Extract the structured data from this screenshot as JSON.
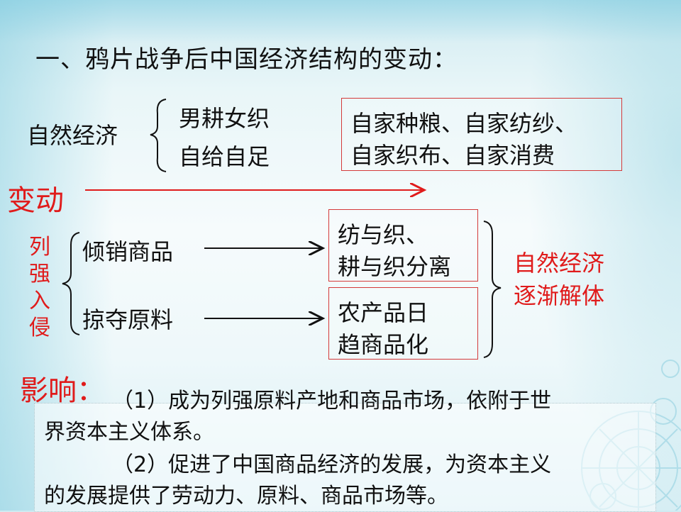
{
  "title": "一、鸦片战争后中国经济结构的变动：",
  "natural_economy": {
    "label": "自然经济",
    "items": [
      "男耕女织",
      "自给自足"
    ],
    "box_lines": [
      "自家种粮、自家纺纱、",
      "自家织布、自家消费"
    ]
  },
  "change_label": "变动",
  "invasion": {
    "label_chars": [
      "列",
      "强",
      "入",
      "侵"
    ],
    "items": [
      "倾销商品",
      "掠夺原料"
    ],
    "results": [
      {
        "lines": [
          "纺与织、",
          "耕与织分离"
        ]
      },
      {
        "lines": [
          "农产品日",
          "趋商品化"
        ]
      }
    ],
    "conclusion_lines": [
      "自然经济",
      "逐渐解体"
    ]
  },
  "impact": {
    "label": "影响：",
    "p1_line1": "（1）成为列强原料产地和商品市场，依附于世",
    "p1_line2": "界资本主义体系。",
    "p2_line1": "（2）促进了中国商品经济的发展，为资本主义",
    "p2_line2": "的发展提供了劳动力、原料、商品市场等。"
  },
  "colors": {
    "accent_red": "#e01b1b",
    "box_border": "#d43a3a",
    "text": "#111111"
  }
}
